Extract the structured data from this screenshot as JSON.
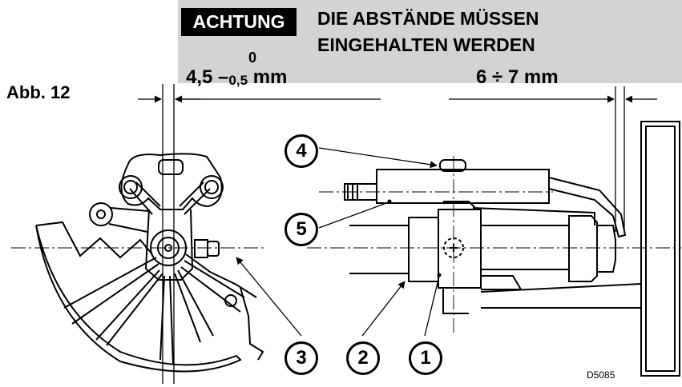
{
  "warning": {
    "label": "ACHTUNG",
    "message_line1": "DIE ABSTÄNDE MÜSSEN",
    "message_line2": "EINGEHALTEN  WERDEN"
  },
  "figure_label": "Abb. 12",
  "dimension_left": {
    "upper_tolerance": "0",
    "base": "4,5 –",
    "lower_tolerance": "0,5",
    "unit": "mm"
  },
  "dimension_right": {
    "text": "6 ÷ 7 mm"
  },
  "callouts": [
    "1",
    "2",
    "3",
    "4",
    "5"
  ],
  "drawing_code": "D5085",
  "colors": {
    "banner": "#d3d3d3",
    "warning_bg": "#000000",
    "warning_text": "#ffffff"
  }
}
